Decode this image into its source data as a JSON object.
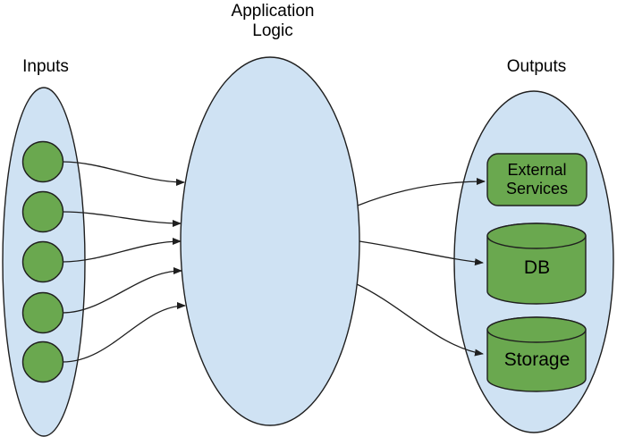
{
  "diagram": {
    "colors": {
      "background": "#ffffff",
      "container_fill": "#cfe2f3",
      "node_fill": "#6aa84f",
      "stroke": "#1f1f1f",
      "text": "#000000"
    },
    "app_logic": {
      "label": "Application\nLogic"
    },
    "inputs": {
      "label": "Inputs",
      "node_count": 5
    },
    "outputs": {
      "label": "Outputs",
      "items": [
        {
          "label": "External\nServices",
          "shape": "rounded-rectangle"
        },
        {
          "label": "DB",
          "shape": "cylinder"
        },
        {
          "label": "Storage",
          "shape": "cylinder"
        }
      ]
    },
    "arrows": {
      "inputs_to_logic_count": 5,
      "logic_to_outputs_count": 3
    }
  }
}
